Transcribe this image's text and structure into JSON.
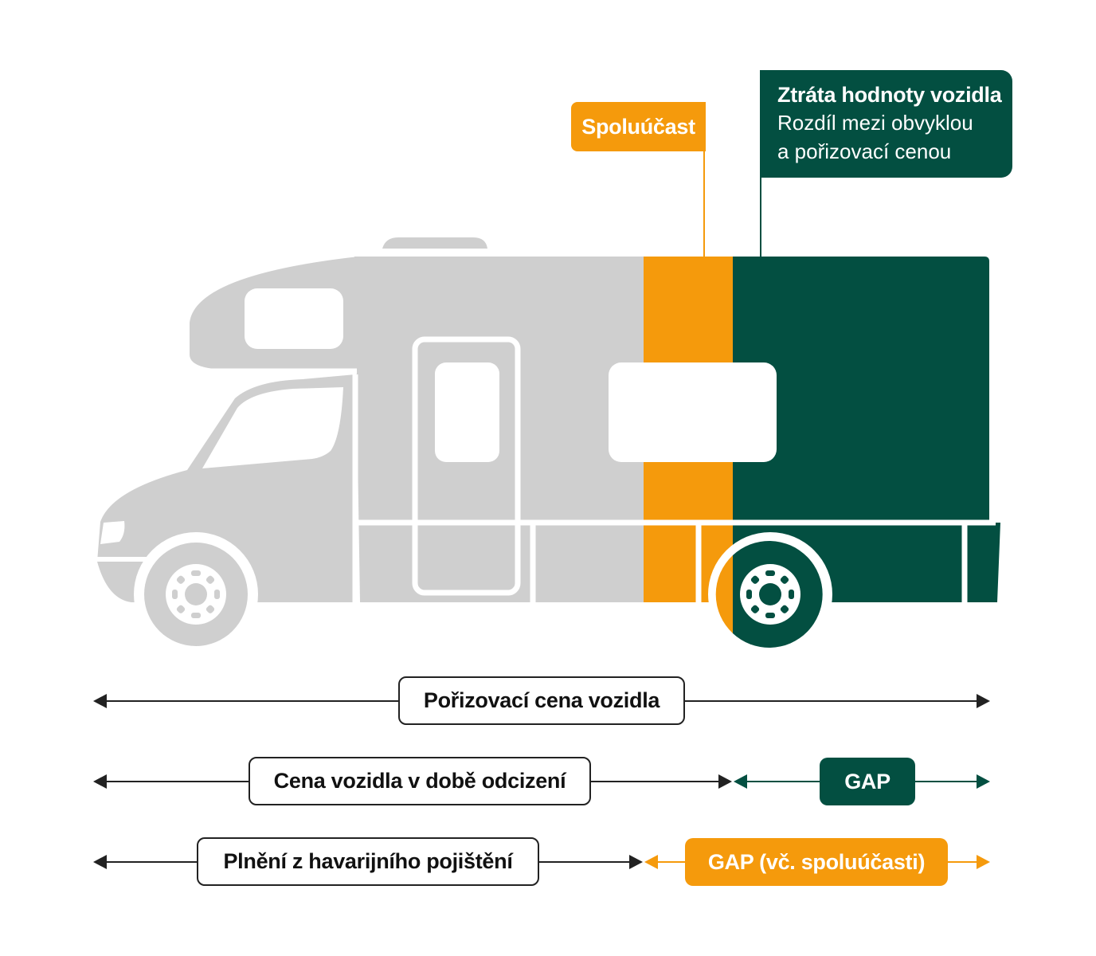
{
  "colors": {
    "orange": "#f59a0c",
    "green": "#034f41",
    "grey": "#cfcfcf",
    "line": "#222222"
  },
  "callouts": {
    "spoluucast": "Spoluúčast",
    "ztrata_title": "Ztráta hodnoty vozidla",
    "ztrata_line1": "Rozdíl mezi obvyklou",
    "ztrata_line2": "a pořizovací cenou"
  },
  "rows": {
    "porizovaci": "Pořizovací cena vozidla",
    "cena_odcizeni": "Cena vozidla v době odcizení",
    "gap": "GAP",
    "plneni": "Plnění z havarijního pojištění",
    "gap_spol": "GAP (vč. spoluúčasti)"
  },
  "icons": {
    "vehicle": "camper-van-icon",
    "arrow": "arrow-head-icon"
  }
}
